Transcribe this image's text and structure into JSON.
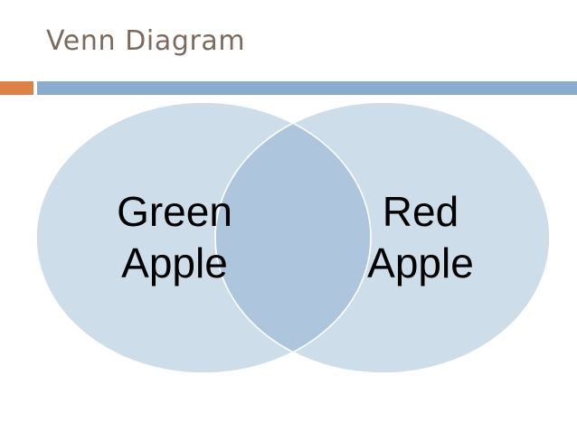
{
  "slide": {
    "title": "Venn Diagram",
    "background_color": "#ffffff",
    "title_color": "#7d6a5e",
    "rule_accent_color": "#dd8149",
    "rule_bar_color": "#89accc"
  },
  "chart_data": {
    "type": "venn",
    "title": "Venn Diagram",
    "sets": [
      {
        "name": "Green Apple",
        "label": "Green\nApple",
        "fill": "#cdddea",
        "side": "left"
      },
      {
        "name": "Red Apple",
        "label": "Red\nApple",
        "fill": "#cdddea",
        "side": "right"
      }
    ],
    "intersection": {
      "label": "",
      "fill": "#aec6dd"
    },
    "label_color": "#000000",
    "legend": "none",
    "grid": false
  }
}
